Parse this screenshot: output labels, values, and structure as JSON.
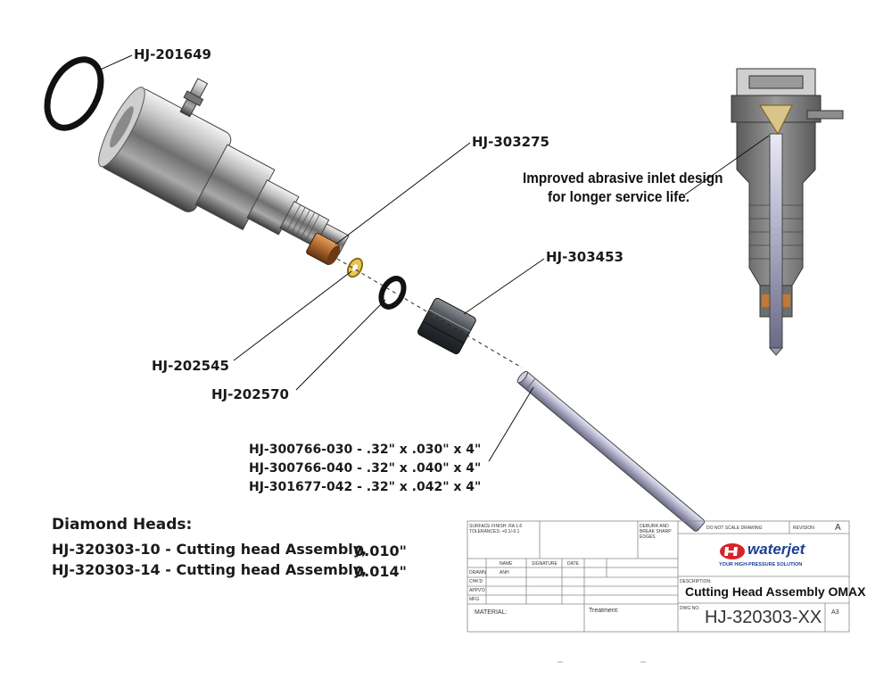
{
  "callouts": {
    "oring_large": "HJ-201649",
    "collet_nut": "HJ-303275",
    "nozzle_nut": "HJ-303453",
    "washer": "HJ-202545",
    "oring_small": "HJ-202570"
  },
  "tube_parts": [
    "HJ-300766-030 - .32\" x .030\" x 4\"",
    "HJ-300766-040 - .32\" x .040\" x 4\"",
    "HJ-301677-042 - .32\" x .042\" x 4\""
  ],
  "section_note": [
    "Improved abrasive inlet design",
    "for longer  service life."
  ],
  "diamond_heads": {
    "title": "Diamond Heads:",
    "items": [
      {
        "part": "HJ-320303-10 - Cutting head Assembly,",
        "size": "0.010\""
      },
      {
        "part": "HJ-320303-14 - Cutting head Assembly,",
        "size": "0.014\""
      }
    ]
  },
  "title_block": {
    "surface_finish": "SURFACE FINISH: RA 1.6",
    "tolerances": "TOLERANCES: +0.1/-0.1",
    "deburr": "DEBURR AND",
    "break_sharp": "BREAK SHARP",
    "edges": "EDGES",
    "do_not_scale": "DO NOT SCALE DRAWING",
    "revision_label": "REVISION",
    "revision": "A",
    "col_name": "NAME",
    "col_signature": "SIGNATURE",
    "col_date": "DATE",
    "row_drawn": "DRAWN",
    "drawn_name": "ANH",
    "row_chkd": "CHK'D",
    "row_appvd": "APPV'D",
    "row_mfg": "MFG",
    "material": "MATERIAL:",
    "treatment": "Treatment:",
    "description_label": "DESCRIPTION:",
    "description": "Cutting Head Assembly OMAX",
    "dwg_no_label": "DWG NO.",
    "dwg_no": "HJ-320303-XX",
    "sheet_size": "A3",
    "logo_word": "waterjet",
    "logo_tagline": "YOUR HIGH-PRESSURE SOLUTION"
  },
  "colors": {
    "logo_red": "#d8232a",
    "logo_blue": "#1c3f94",
    "brass": "#c08a3e",
    "copper": "#b0652a"
  }
}
